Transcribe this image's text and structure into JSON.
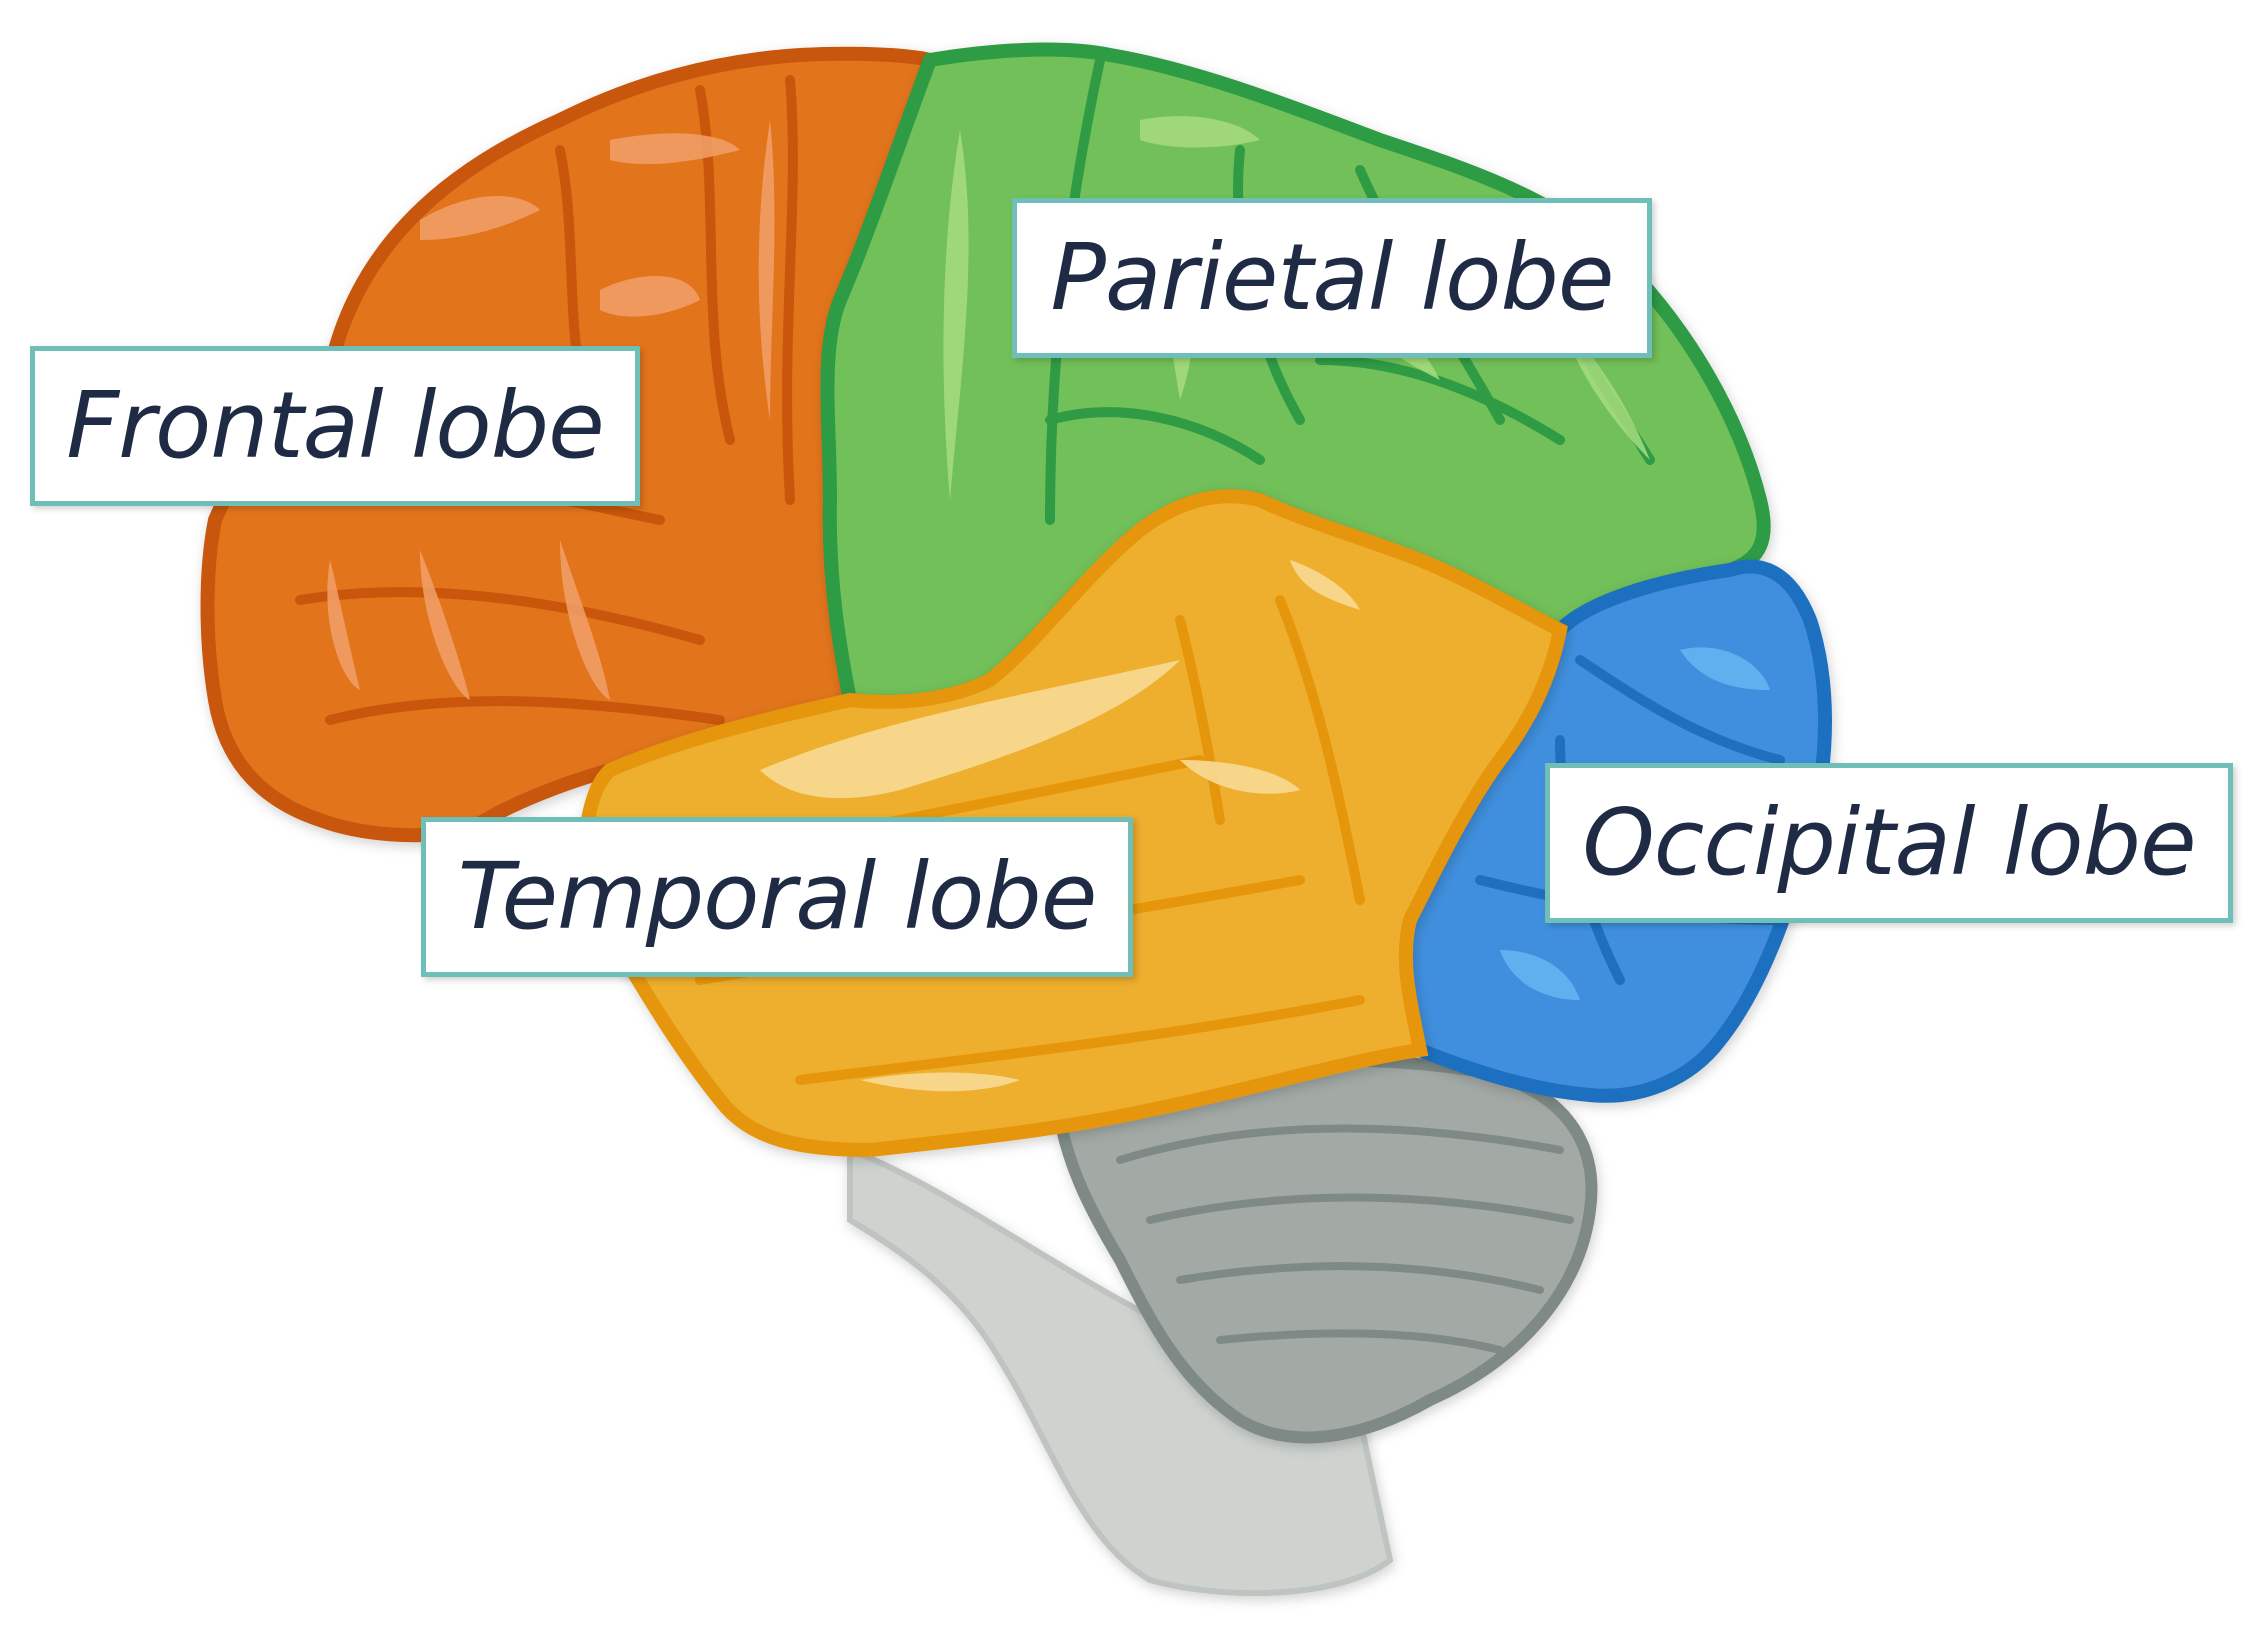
{
  "labels": {
    "frontal": "Frontal lobe",
    "parietal": "Parietal lobe",
    "temporal": "Temporal lobe",
    "occipital": "Occipital lobe"
  },
  "colors": {
    "frontal_fill": "#e2741f",
    "frontal_stroke": "#c9560b",
    "frontal_light": "#f2a06a",
    "parietal_fill": "#72c05a",
    "parietal_stroke": "#2f9b45",
    "parietal_light": "#a7dc7f",
    "temporal_fill": "#eeae2e",
    "temporal_stroke": "#e6960a",
    "temporal_light": "#f8d88e",
    "occipital_fill": "#3f8fde",
    "occipital_stroke": "#1f6fbf",
    "occipital_light": "#64b4f2",
    "cerebellum_fill": "#a3aaa6",
    "cerebellum_stroke": "#7f8a86",
    "brainstem_fill": "#cfd3d0",
    "label_border": "#6fbfb8",
    "label_text": "#1f2a44"
  }
}
